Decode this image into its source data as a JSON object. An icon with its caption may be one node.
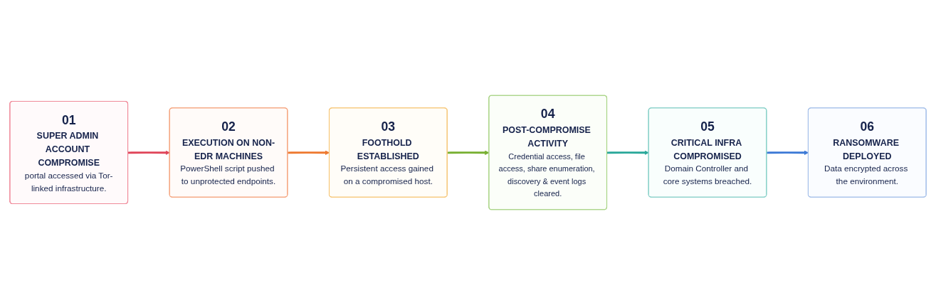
{
  "diagram": {
    "nodes": [
      {
        "text": [
          "01",
          "SUPER ADMIN ACCOUNT COMPROMISE",
          "portal accessed via Tor-linked infrastructure."
        ]
      },
      {
        "text": [
          "02",
          "EXECUTION ON NON-EDR MACHINES",
          "PowerShell script pushed to unprotected endpoints."
        ]
      },
      {
        "text": [
          "03",
          "FOOTHOLD ESTABLISHED",
          "Persistent access gained on a compromised host."
        ]
      },
      {
        "text": [
          "04",
          "POST-COMPROMISE ACTIVITY",
          "Credential access, file access, share enumeration, discovery & event logs cleared."
        ]
      },
      {
        "text": [
          "05",
          "CRITICAL INFRA COMPROMISED",
          "Domain Controller and core systems breached."
        ]
      },
      {
        "text": [
          "06",
          "RANSOMWARE DEPLOYED",
          "Data encrypted across the environment."
        ]
      }
    ],
    "edges": [
      {
        "from": 0,
        "to": 1,
        "arrow": "to",
        "color": "#e0465a"
      },
      {
        "from": 1,
        "to": 2,
        "arrow": "to",
        "color": "#ee7a30"
      },
      {
        "from": 2,
        "to": 3,
        "arrow": "to",
        "color": "#78b032"
      },
      {
        "from": 3,
        "to": 4,
        "arrow": "to",
        "color": "#2aa89a"
      },
      {
        "from": 4,
        "to": 5,
        "arrow": "to",
        "color": "#3d7ad6"
      }
    ]
  }
}
